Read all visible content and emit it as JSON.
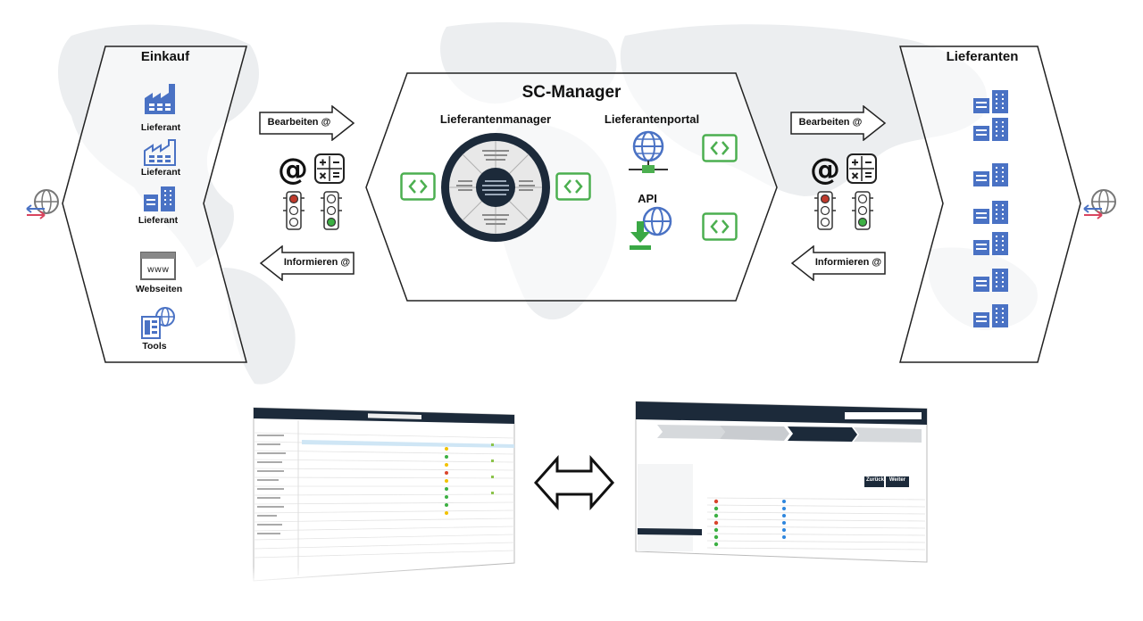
{
  "left_panel": {
    "title": "Einkauf",
    "items": [
      {
        "label": "Lieferant",
        "icon": "factory-icon"
      },
      {
        "label": "Lieferant",
        "icon": "factory-outline-icon"
      },
      {
        "label": "Lieferant",
        "icon": "building-icon"
      },
      {
        "label": "Webseiten",
        "icon": "browser-www-icon"
      },
      {
        "label": "Tools",
        "icon": "tools-globe-icon"
      }
    ]
  },
  "center_panel": {
    "title": "SC-Manager",
    "manager_label": "Lieferantenmanager",
    "portal_label": "Lieferantenportal",
    "api_label": "API"
  },
  "right_panel": {
    "title": "Lieferanten"
  },
  "arrows": {
    "left_edit": "Bearbeiten @",
    "left_inform": "Informieren @",
    "right_edit": "Bearbeiten @",
    "right_inform": "Informieren @"
  },
  "screenshots": {
    "left_app": "lieferantenmanager",
    "right_app": "lieferantenportal",
    "right_buttons": [
      "Zurück",
      "Weiter"
    ]
  },
  "colors": {
    "icon_blue": "#4a72c4",
    "code_green": "#4caf50",
    "download_green": "#3aa845",
    "dark_navy": "#1c2a3a",
    "red_light": "#c0392b",
    "green_light": "#3cb043"
  }
}
